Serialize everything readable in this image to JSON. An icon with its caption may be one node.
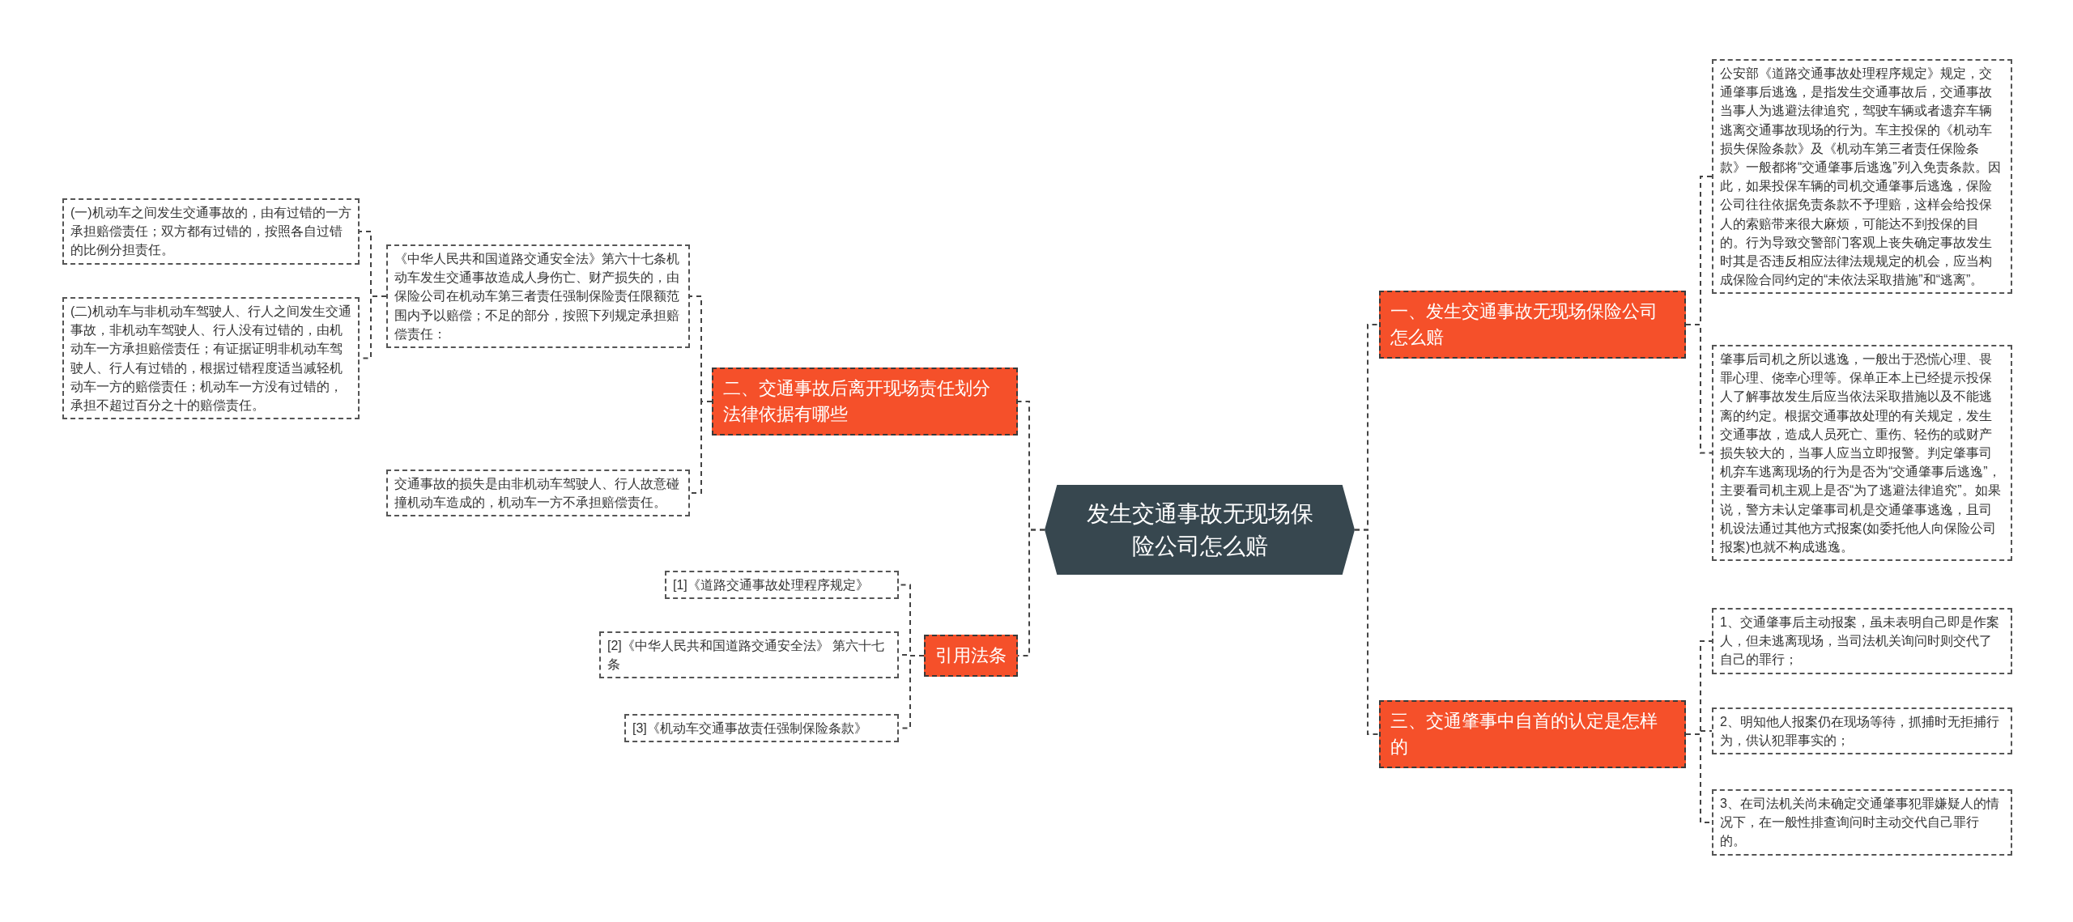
{
  "diagram": {
    "nodes": [
      {
        "text": [
          "发生交通事故无现场保险公司怎么赔"
        ]
      },
      {
        "text": [
          "一、发生交通事故无现场保险公司怎么赔"
        ]
      },
      {
        "text": [
          "公安部《道路交通事故处理程序规定》规定，交通肇事后逃逸，是指发生交通事故后，交通事故当事人为逃避法律追究，驾驶车辆或者遗弃车辆逃离交通事故现场的行为。车主投保的《机动车损失保险条款》及《机动车第三者责任保险条款》一般都将“交通肇事后逃逸”列入免责条款。因此，如果投保车辆的司机交通肇事后逃逸，保险公司往往依据免责条款不予理赔，这样会给投保人的索赔带来很大麻烦，可能达不到投保的目的。行为导致交警部门客观上丧失确定事故发生时其是否违反相应法律法规规定的机会，应当构成保险合同约定的“未依法采取措施”和“逃离”。"
        ]
      },
      {
        "text": [
          "肇事后司机之所以逃逸，一般出于恐慌心理、畏罪心理、侥幸心理等。保单正本上已经提示投保人了解事故发生后应当依法采取措施以及不能逃离的约定。根据交通事故处理的有关规定，发生交通事故，造成人员死亡、重伤、轻伤的或财产损失较大的，当事人应当立即报警。判定肇事司机弃车逃离现场的行为是否为“交通肇事后逃逸”，主要看司机主观上是否“为了逃避法律追究”。如果说，警方未认定肇事司机是交通肇事逃逸，且司机设法通过其他方式报案(如委托他人向保险公司报案)也就不构成逃逸。"
        ]
      },
      {
        "text": [
          "三、交通肇事中自首的认定是怎样的"
        ]
      },
      {
        "text": [
          "1、交通肇事后主动报案，虽未表明自己即是作案人，但未逃离现场，当司法机关询问时则交代了自己的罪行；"
        ]
      },
      {
        "text": [
          "2、明知他人报案仍在现场等待，抓捕时无拒捕行为，供认犯罪事实的；"
        ]
      },
      {
        "text": [
          "3、在司法机关尚未确定交通肇事犯罪嫌疑人的情况下，在一般性排查询问时主动交代自己罪行的。"
        ]
      },
      {
        "text": [
          "二、交通事故后离开现场责任划分法律依据有哪些"
        ]
      },
      {
        "text": [
          "《中华人民共和国道路交通安全法》第六十七条机动车发生交通事故造成人身伤亡、财产损失的，由保险公司在机动车第三者责任强制保险责任限额范围内予以赔偿；不足的部分，按照下列规定承担赔偿责任："
        ]
      },
      {
        "text": [
          "(一)机动车之间发生交通事故的，由有过错的一方承担赔偿责任；双方都有过错的，按照各自过错的比例分担责任。"
        ]
      },
      {
        "text": [
          "(二)机动车与非机动车驾驶人、行人之间发生交通事故，非机动车驾驶人、行人没有过错的，由机动车一方承担赔偿责任；有证据证明非机动车驾驶人、行人有过错的，根据过错程度适当减轻机动车一方的赔偿责任；机动车一方没有过错的，承担不超过百分之十的赔偿责任。"
        ]
      },
      {
        "text": [
          "交通事故的损失是由非机动车驾驶人、行人故意碰撞机动车造成的，机动车一方不承担赔偿责任。"
        ]
      },
      {
        "text": [
          "引用法条"
        ]
      },
      {
        "text": [
          "[1]《道路交通事故处理程序规定》"
        ]
      },
      {
        "text": [
          "[2]《中华人民共和国道路交通安全法》 第六十七条"
        ]
      },
      {
        "text": [
          "[3]《机动车交通事故责任强制保险条款》"
        ]
      }
    ],
    "edges": [
      {
        "from": 0,
        "to": 1,
        "arrow": "none",
        "style": "dashed"
      },
      {
        "from": 1,
        "to": 2,
        "arrow": "none",
        "style": "dashed"
      },
      {
        "from": 1,
        "to": 3,
        "arrow": "none",
        "style": "dashed"
      },
      {
        "from": 0,
        "to": 4,
        "arrow": "none",
        "style": "dashed"
      },
      {
        "from": 4,
        "to": 5,
        "arrow": "none",
        "style": "dashed"
      },
      {
        "from": 4,
        "to": 6,
        "arrow": "none",
        "style": "dashed"
      },
      {
        "from": 4,
        "to": 7,
        "arrow": "none",
        "style": "dashed"
      },
      {
        "from": 0,
        "to": 8,
        "arrow": "none",
        "style": "dashed"
      },
      {
        "from": 8,
        "to": 9,
        "arrow": "none",
        "style": "dashed"
      },
      {
        "from": 9,
        "to": 10,
        "arrow": "none",
        "style": "dashed"
      },
      {
        "from": 9,
        "to": 11,
        "arrow": "none",
        "style": "dashed"
      },
      {
        "from": 8,
        "to": 12,
        "arrow": "none",
        "style": "dashed"
      },
      {
        "from": 0,
        "to": 13,
        "arrow": "none",
        "style": "dashed"
      },
      {
        "from": 13,
        "to": 14,
        "arrow": "none",
        "style": "dashed"
      },
      {
        "from": 13,
        "to": 15,
        "arrow": "none",
        "style": "dashed"
      },
      {
        "from": 13,
        "to": 16,
        "arrow": "none",
        "style": "dashed"
      }
    ]
  }
}
